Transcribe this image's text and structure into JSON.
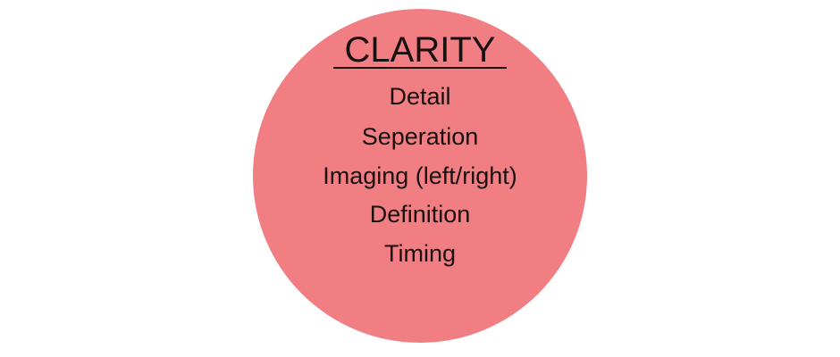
{
  "colors": {
    "circle": "#f07e82"
  },
  "title": "CLARITY",
  "items": [
    "Detail",
    "Seperation",
    "Imaging (left/right)",
    "Definition",
    "Timing"
  ]
}
